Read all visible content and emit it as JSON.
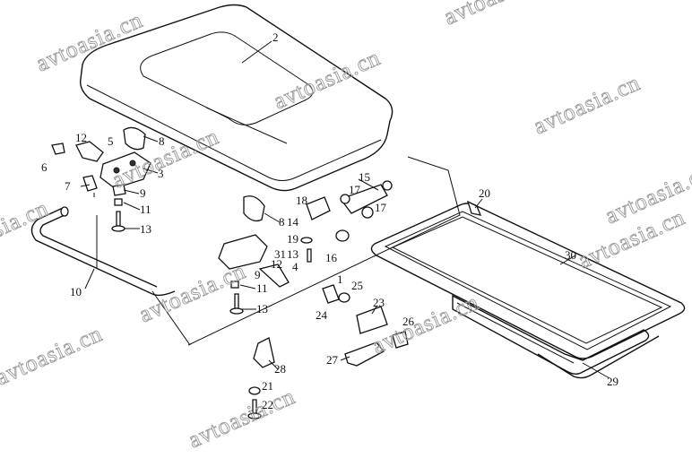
{
  "watermark": "avtoasia.cn",
  "labels": [
    "2",
    "12",
    "5",
    "8",
    "6",
    "3",
    "7",
    "9",
    "11",
    "13",
    "10",
    "15",
    "17",
    "17",
    "18",
    "14",
    "8",
    "19",
    "13",
    "16",
    "20",
    "30",
    "31",
    "12",
    "9",
    "4",
    "11",
    "13",
    "1",
    "25",
    "23",
    "24",
    "26",
    "27",
    "28",
    "21",
    "22",
    "29"
  ]
}
